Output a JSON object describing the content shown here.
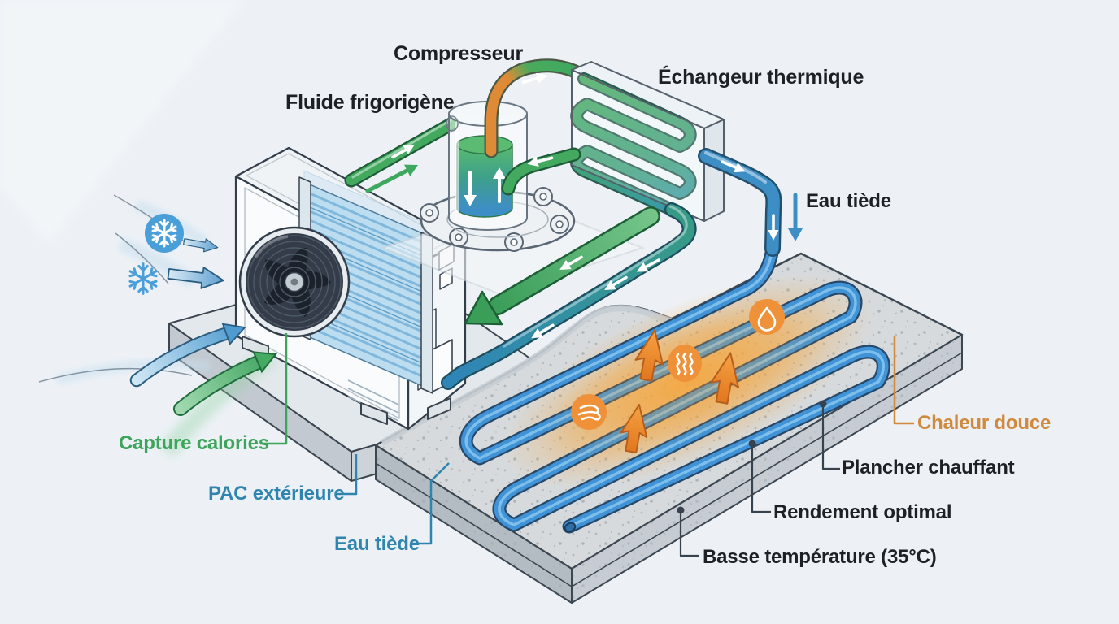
{
  "diagram": {
    "type": "isometric-infographic",
    "subject": "Fonctionnement d'une pompe à chaleur avec plancher chauffant",
    "background_color": "#edf1f6",
    "labels": {
      "compressor": "Compresseur",
      "refrigerant": "Fluide frigorigène",
      "heat_exchanger": "Échangeur thermique",
      "warm_water_top": "Eau tiède",
      "capture_calories": "Capture calories",
      "outdoor_unit": "PAC extérieure",
      "warm_water_bottom": "Eau tiède",
      "gentle_heat": "Chaleur douce",
      "heated_floor": "Plancher chauffant",
      "optimal_efficiency": "Rendement optimal",
      "low_temperature": "Basse température (35°C)"
    },
    "label_colors": {
      "default": "#1d2126",
      "green": "#3da45c",
      "teal": "#2f85ad",
      "orange": "#d08a3e"
    },
    "flow_colors": {
      "hot_refrigerant_pipe": "#42a95e",
      "compressed_gas_pipe": "#e08a35",
      "warm_water_pipe": "#3e8ec6",
      "cold_return_pipe": "#2f86b6",
      "heat_glow": "#f6a335"
    },
    "icons": [
      "snowflake-icon",
      "snowflake-outline-icon",
      "wind-icon",
      "heat-waves-icon",
      "water-drop-icon"
    ]
  }
}
